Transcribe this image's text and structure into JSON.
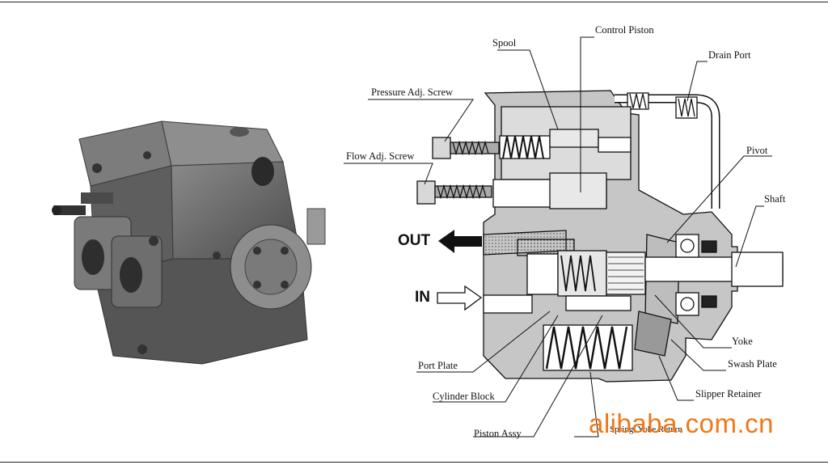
{
  "labels": {
    "control_piston": "Control Piston",
    "spool": "Spool",
    "drain_port": "Drain Port",
    "pressure_adj_screw": "Pressure Adj. Screw",
    "flow_adj_screw": "Flow Adj. Screw",
    "pivot": "Pivot",
    "shaft": "Shaft",
    "out": "OUT",
    "in": "IN",
    "yoke": "Yoke",
    "swash_plate": "Swash Plate",
    "port_plate": "Port Plate",
    "slipper_retainer": "Slipper Retainer",
    "cylinder_block": "Cylinder Block",
    "piston_assy": "Piston Assy",
    "spring_yoke_return": "Spring, Yoke Return"
  },
  "watermark": {
    "text": "alibaba.com.cn",
    "color": "#f07818"
  },
  "colors": {
    "casting": "#c8c8c8",
    "pump_body": "#6f6f6f",
    "line": "#111111"
  }
}
